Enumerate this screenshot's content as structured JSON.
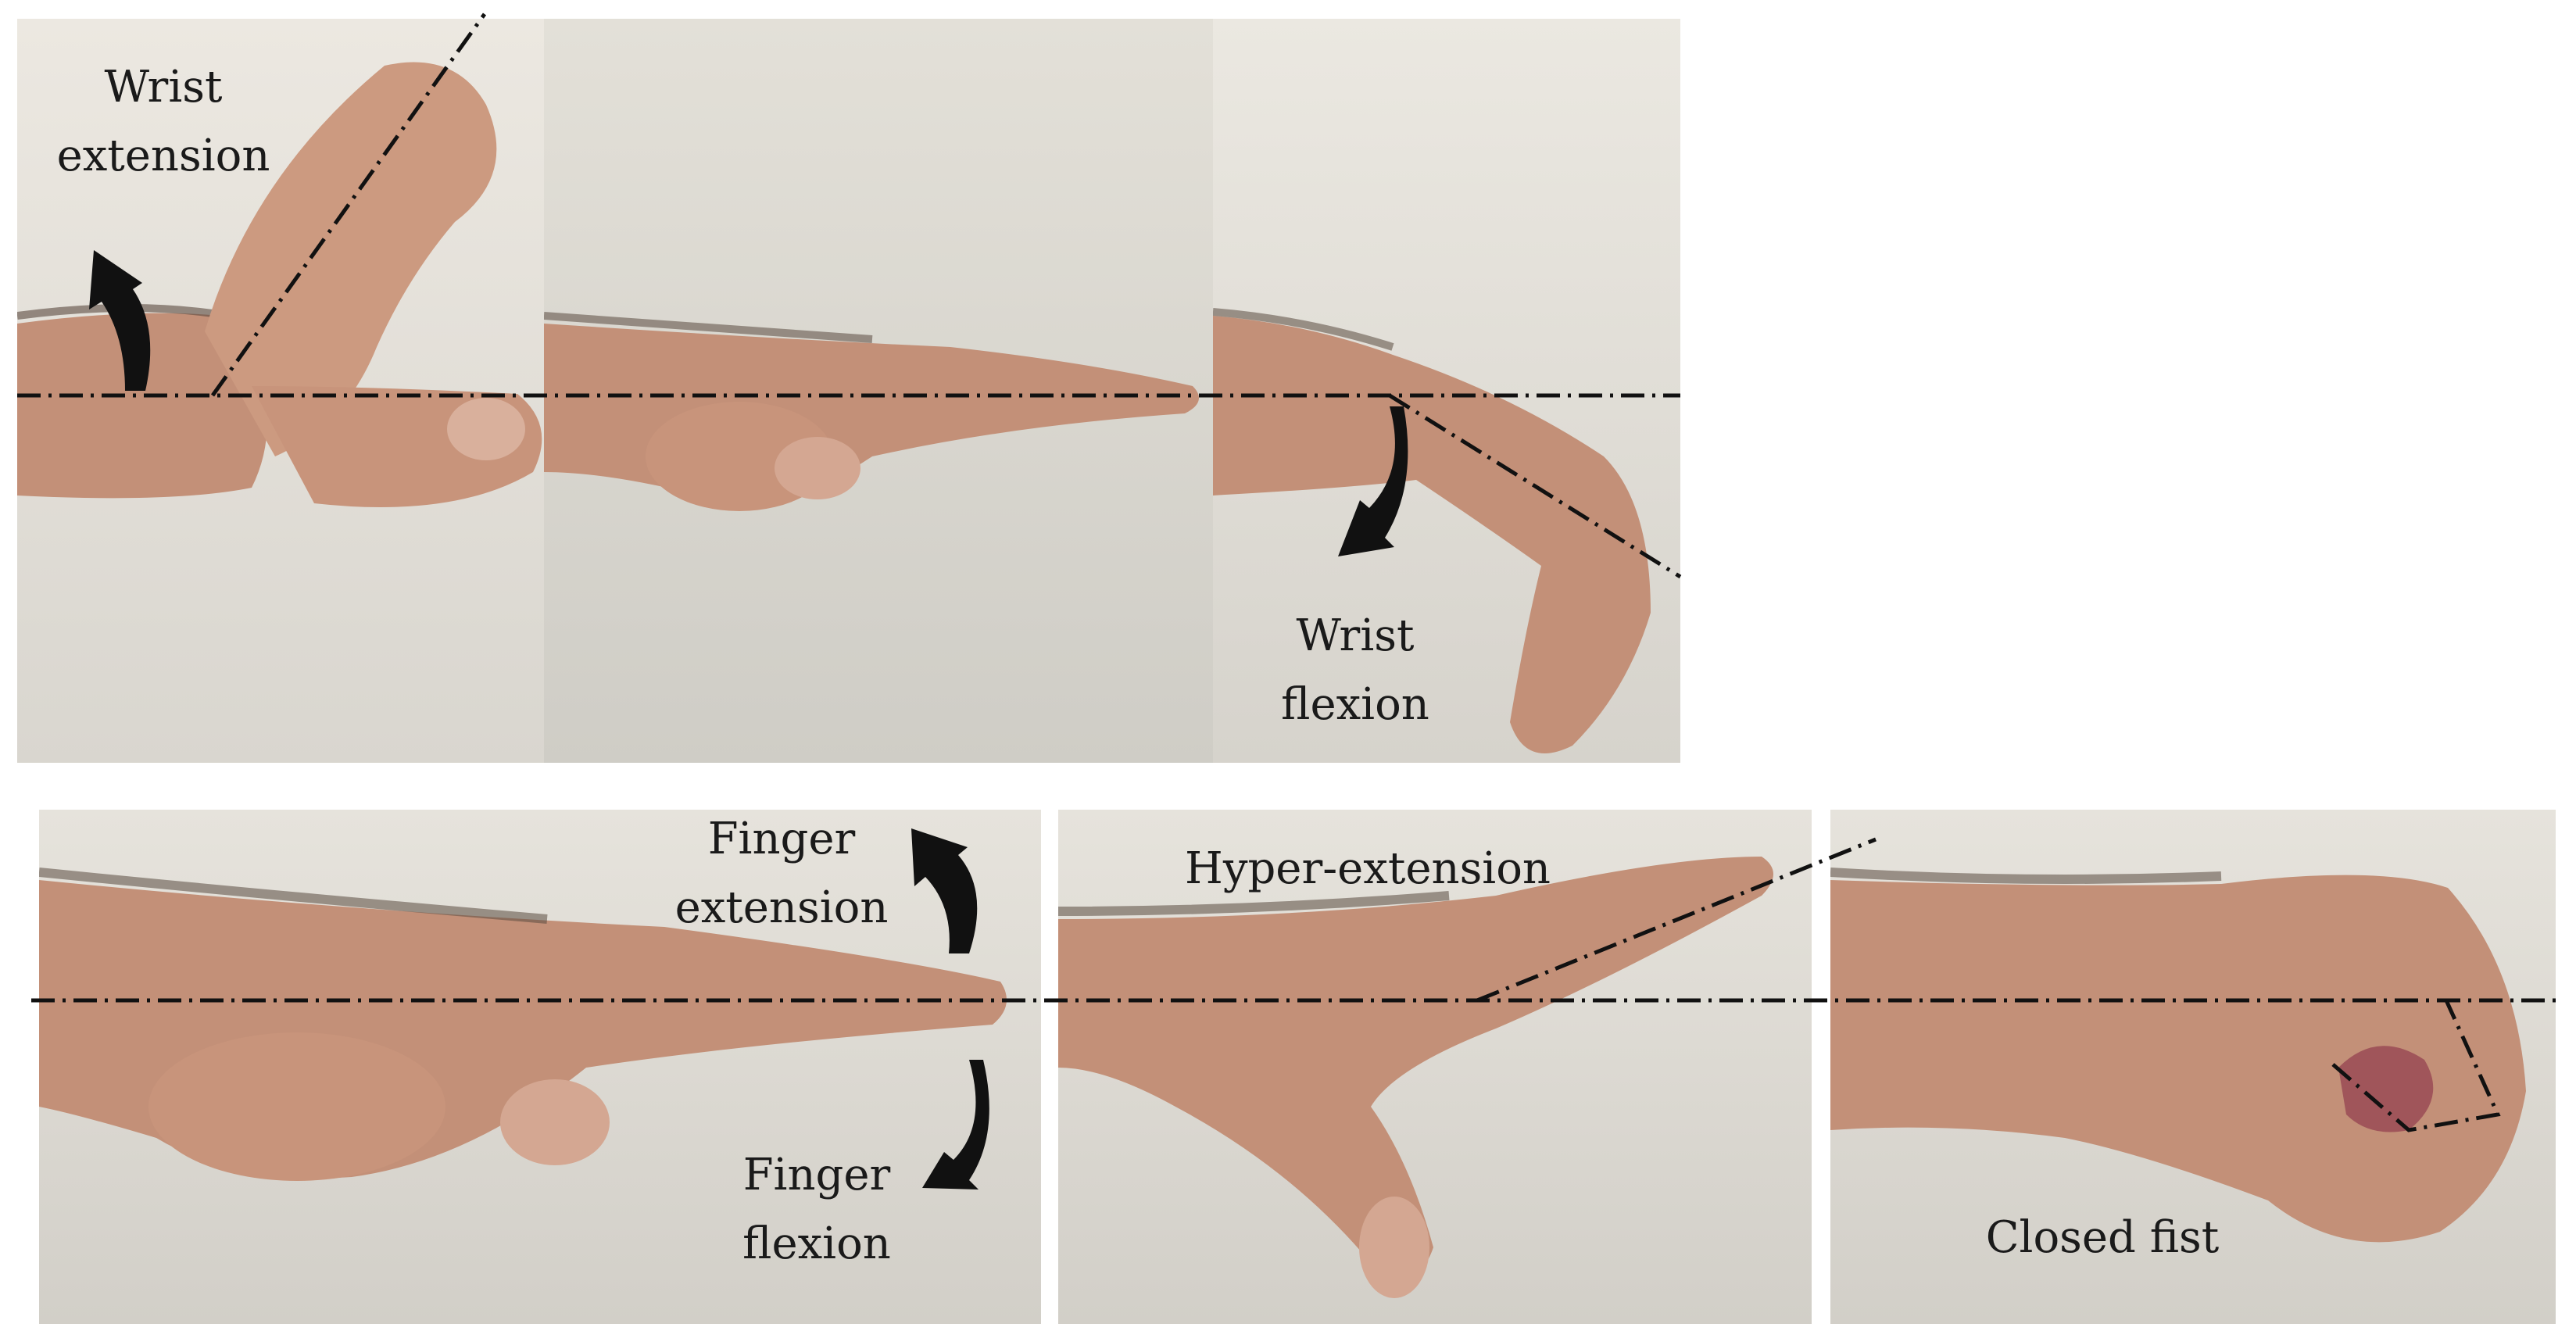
{
  "figure": {
    "panels": [
      {
        "id": "wrist-extension",
        "lines": [
          "Wrist",
          "extension"
        ]
      },
      {
        "id": "neutral-wrist",
        "lines": []
      },
      {
        "id": "wrist-flexion",
        "lines": [
          "Wrist",
          "flexion"
        ]
      },
      {
        "id": "finger-extension-flexion",
        "top_lines": [
          "Finger",
          "extension"
        ],
        "bottom_lines": [
          "Finger",
          "flexion"
        ]
      },
      {
        "id": "hyper-extension",
        "lines": [
          "Hyper-extension"
        ]
      },
      {
        "id": "closed-fist",
        "lines": [
          "Closed fist"
        ]
      }
    ]
  },
  "colors": {
    "wall_light": "#e7e3dc",
    "wall_shadow": "#d6d3cc",
    "skin": "#c8957a",
    "skin_dark": "#a8745c",
    "hair": "#5a4a40",
    "line": "#111111"
  }
}
